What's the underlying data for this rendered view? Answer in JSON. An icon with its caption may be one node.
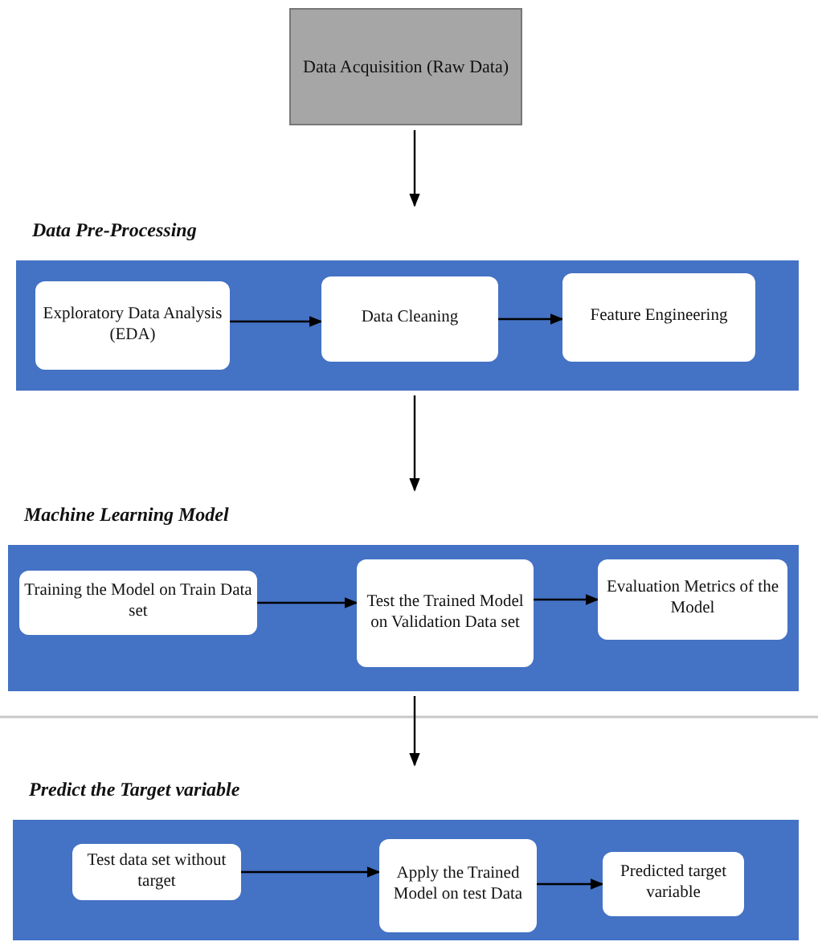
{
  "diagram": {
    "nodes": [
      {
        "text": [
          "Data Acquisition (Raw Data)"
        ]
      },
      {
        "text": [
          "Data Pre-Processing"
        ]
      },
      {
        "text": [
          "Exploratory Data Analysis (EDA)"
        ],
        "in": 1
      },
      {
        "text": [
          "Data Cleaning"
        ],
        "in": 1
      },
      {
        "text": [
          "Feature Engineering"
        ],
        "in": 1
      },
      {
        "text": [
          "Machine Learning Model"
        ]
      },
      {
        "text": [
          "Training the Model on Train Data set"
        ],
        "in": 5
      },
      {
        "text": [
          "Test the Trained Model on Validation Data set"
        ],
        "in": 5
      },
      {
        "text": [
          "Evaluation Metrics of the Model"
        ],
        "in": 5
      },
      {
        "text": [
          "Predict the Target variable"
        ]
      },
      {
        "text": [
          "Test data set without target"
        ],
        "in": 9
      },
      {
        "text": [
          "Apply the Trained Model on test Data"
        ],
        "in": 9
      },
      {
        "text": [
          "Predicted target variable"
        ],
        "in": 9
      }
    ],
    "edges": [
      {
        "from": 0,
        "to": 1,
        "arrow": "to"
      },
      {
        "from": 2,
        "to": 3,
        "arrow": "to"
      },
      {
        "from": 3,
        "to": 4,
        "arrow": "to"
      },
      {
        "from": 1,
        "to": 5,
        "arrow": "to"
      },
      {
        "from": 6,
        "to": 7,
        "arrow": "to"
      },
      {
        "from": 7,
        "to": 8,
        "arrow": "to"
      },
      {
        "from": 5,
        "to": 9,
        "arrow": "to"
      },
      {
        "from": 10,
        "to": 11,
        "arrow": "to"
      },
      {
        "from": 11,
        "to": 12,
        "arrow": "to"
      }
    ]
  }
}
